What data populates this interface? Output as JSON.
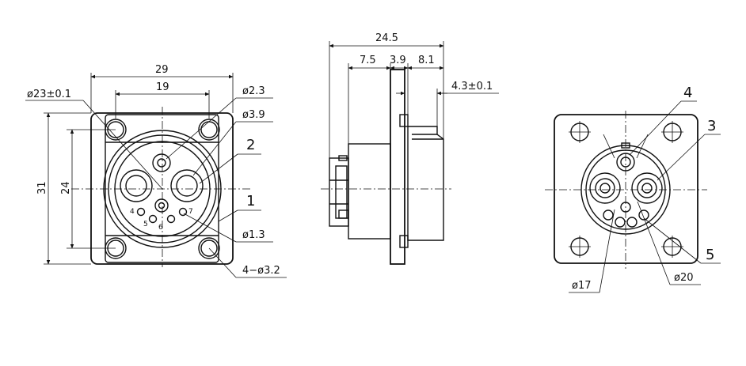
{
  "front_view": {
    "dims": {
      "width_outer": "29",
      "width_holes": "19",
      "dia_flange": "ø23±0.1",
      "dia_pin": "ø2.3",
      "dia_power": "ø3.9",
      "height_outer": "31",
      "height_holes": "24",
      "dia_signal": "ø1.3",
      "mount_holes": "4−ø3.2"
    },
    "callouts": {
      "c2": "2",
      "c1": "1"
    },
    "pin_labels": {
      "p4": "4",
      "p5": "5",
      "p6": "6",
      "p7": "7"
    }
  },
  "side_view": {
    "dims": {
      "total_depth": "24.5",
      "seg_a": "7.5",
      "seg_b": "3.9",
      "seg_c": "8.1",
      "flange": "4.3±0.1"
    }
  },
  "rear_view": {
    "callouts": {
      "c4": "4",
      "c3": "3",
      "c5": "5"
    },
    "dims": {
      "dia_inner": "ø17",
      "dia_outer": "ø20"
    }
  }
}
